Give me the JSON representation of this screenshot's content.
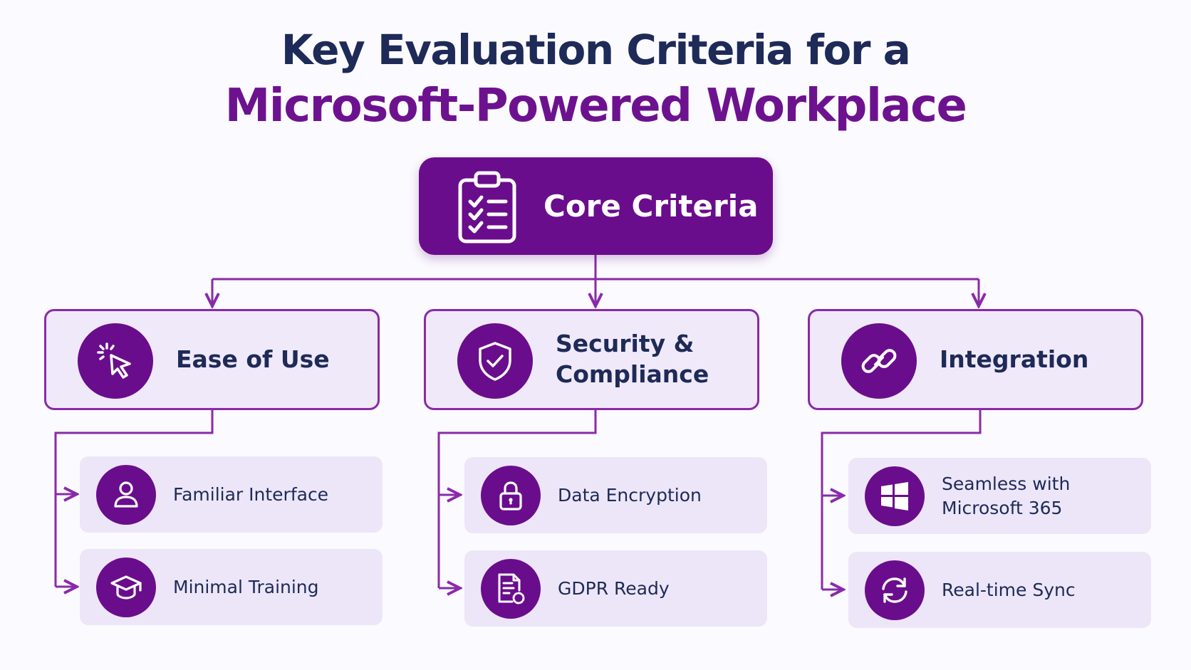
{
  "title": {
    "line1": "Key Evaluation Criteria for a",
    "line2": "Microsoft-Powered Workplace"
  },
  "colors": {
    "primary_purple": "#6a0d8c",
    "title_navy": "#1e2a57",
    "card_fill": "#efe9fa",
    "connector": "#8a2aa8"
  },
  "core": {
    "label": "Core Criteria",
    "icon": "clipboard-checklist-icon"
  },
  "criteria": [
    {
      "label_1": "Ease of Use",
      "label_2": "",
      "icon": "cursor-click-icon",
      "items": [
        {
          "label_1": "Familiar Interface",
          "label_2": "",
          "icon": "user-icon"
        },
        {
          "label_1": "Minimal Training",
          "label_2": "",
          "icon": "graduation-cap-icon"
        }
      ]
    },
    {
      "label_1": "Security &",
      "label_2": "Compliance",
      "icon": "shield-check-icon",
      "items": [
        {
          "label_1": "Data Encryption",
          "label_2": "",
          "icon": "padlock-icon"
        },
        {
          "label_1": "GDPR Ready",
          "label_2": "",
          "icon": "document-icon"
        }
      ]
    },
    {
      "label_1": "Integration",
      "label_2": "",
      "icon": "chain-link-icon",
      "items": [
        {
          "label_1": "Seamless with",
          "label_2": "Microsoft 365",
          "icon": "windows-logo-icon"
        },
        {
          "label_1": "Real-time Sync",
          "label_2": "",
          "icon": "sync-arrows-icon"
        }
      ]
    }
  ]
}
